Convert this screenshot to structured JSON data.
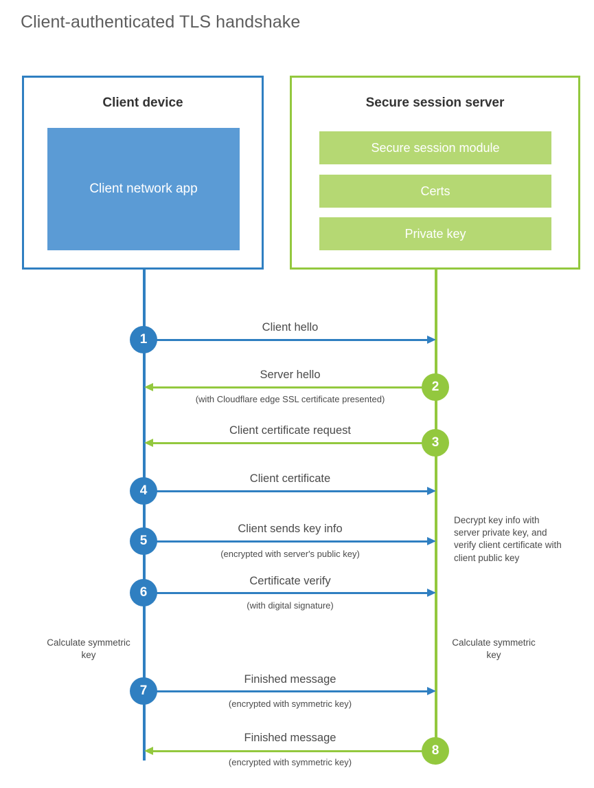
{
  "title": "Client-authenticated TLS handshake",
  "colors": {
    "blue_border": "#2f7fc1",
    "blue_fill": "#5b9bd5",
    "green_border": "#93c83e",
    "green_fill": "#b5d873",
    "text": "#4a4a4a",
    "title_text": "#5d5d5d"
  },
  "client": {
    "title": "Client device",
    "app_label": "Client network app"
  },
  "server": {
    "title": "Secure session server",
    "bars": [
      {
        "label": "Secure session module"
      },
      {
        "label": "Certs"
      },
      {
        "label": "Private key"
      }
    ]
  },
  "steps": [
    {
      "number": "1",
      "label": "Client hello",
      "sub": "",
      "direction": "client-to-server",
      "color": "blue"
    },
    {
      "number": "2",
      "label": "Server hello",
      "sub": "(with Cloudflare edge SSL certificate presented)",
      "direction": "server-to-client",
      "color": "green"
    },
    {
      "number": "3",
      "label": "Client certificate request",
      "sub": "",
      "direction": "server-to-client",
      "color": "green"
    },
    {
      "number": "4",
      "label": "Client certificate",
      "sub": "",
      "direction": "client-to-server",
      "color": "blue"
    },
    {
      "number": "5",
      "label": "Client sends key info",
      "sub": "(encrypted with server's public key)",
      "direction": "client-to-server",
      "color": "blue"
    },
    {
      "number": "6",
      "label": "Certificate verify",
      "sub": "(with digital signature)",
      "direction": "client-to-server",
      "color": "blue"
    },
    {
      "number": "7",
      "label": "Finished message",
      "sub": "(encrypted with symmetric key)",
      "direction": "client-to-server",
      "color": "blue"
    },
    {
      "number": "8",
      "label": "Finished message",
      "sub": "(encrypted with symmetric key)",
      "direction": "server-to-client",
      "color": "green"
    }
  ],
  "notes": {
    "server_decrypt": "Decrypt key info with server private key, and verify client certificate with client public key",
    "client_calculate": "Calculate symmetric key",
    "server_calculate": "Calculate symmetric key"
  }
}
